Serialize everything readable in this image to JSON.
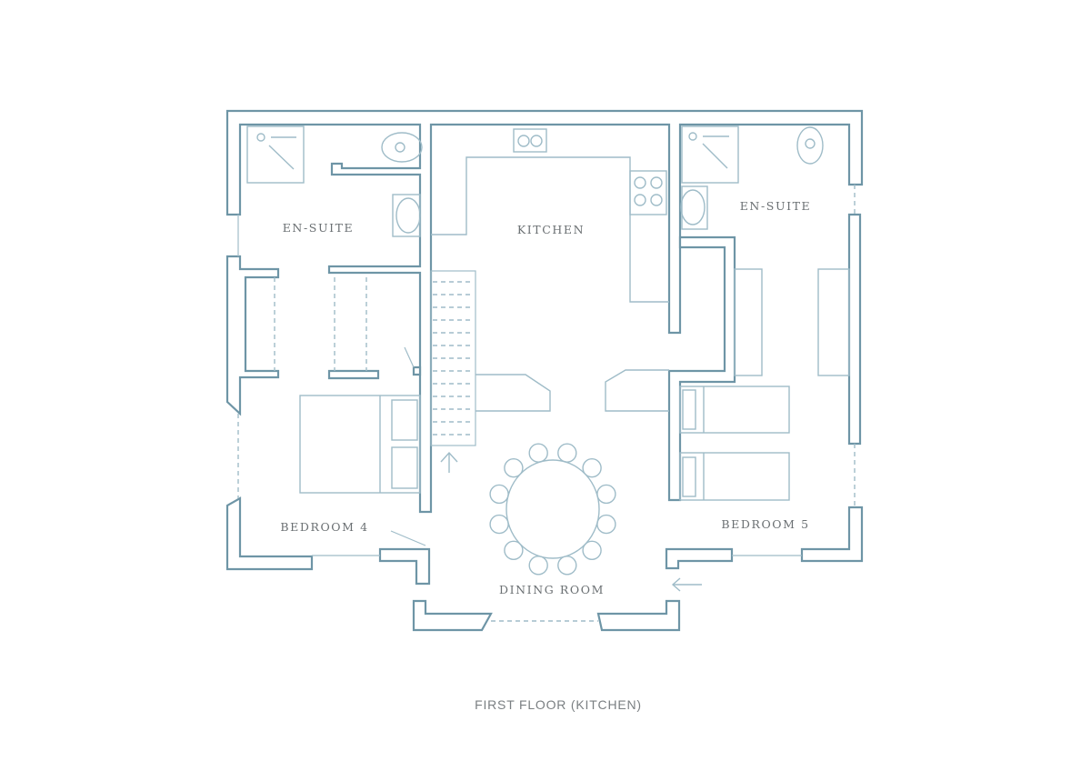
{
  "title": "FIRST FLOOR (KITCHEN)",
  "rooms": {
    "ensuite_left": "EN-SUITE",
    "kitchen": "KITCHEN",
    "ensuite_right": "EN-SUITE",
    "bedroom4": "BEDROOM 4",
    "bedroom5": "BEDROOM 5",
    "dining": "DINING ROOM"
  },
  "colors": {
    "wall": "#6e95a6",
    "fixture": "#9fbcc8",
    "text": "#6a6f72"
  },
  "dining_table": {
    "chairs": 12
  }
}
